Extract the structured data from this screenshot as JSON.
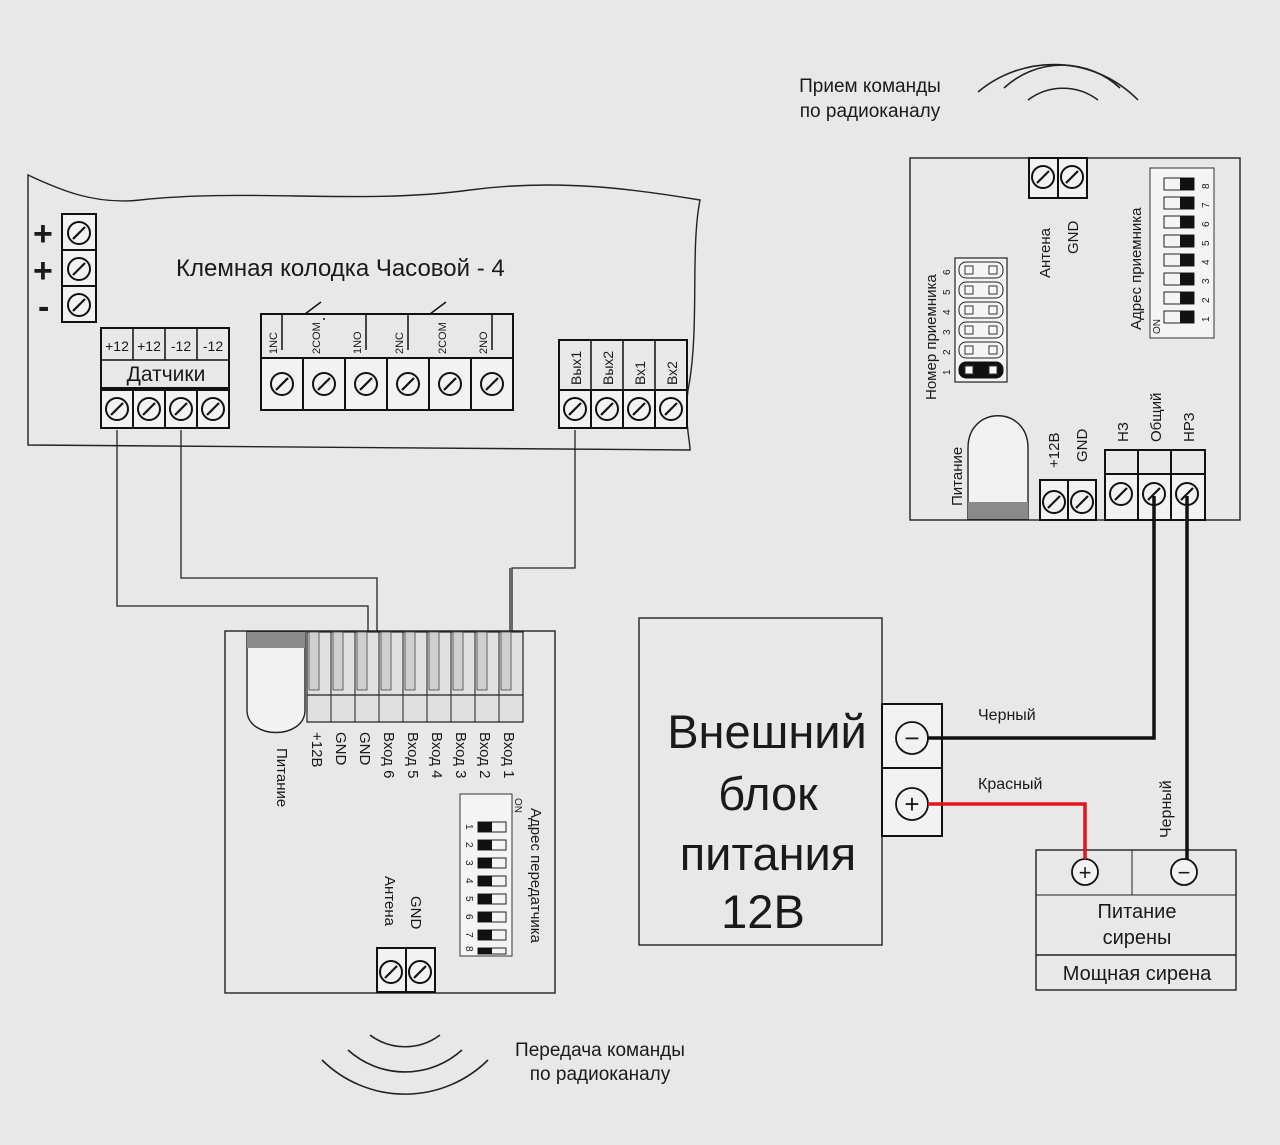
{
  "board": {
    "title": "Клемная колодка Часовой - 4",
    "power_terms": [
      "+",
      "+",
      "-"
    ],
    "sensors_label": "Датчики",
    "sensor_terms": [
      "+12",
      "+12",
      "-12",
      "-12"
    ],
    "relay_terms": [
      "1NC",
      "2COM",
      "1NO",
      "2NC",
      "2COM",
      "2NO"
    ],
    "io_terms": [
      "Вых1",
      "Вых2",
      "Вх1",
      "Вх2"
    ]
  },
  "transmitter": {
    "power_label": "Питание",
    "pins": [
      "+12В",
      "GND",
      "GND",
      "Вход 6",
      "Вход 5",
      "Вход 4",
      "Вход 3",
      "Вход 2",
      "Вход 1"
    ],
    "dip_label": "Адрес передатчика",
    "dip_on": "ON",
    "dip_numbers": [
      "1",
      "2",
      "3",
      "4",
      "5",
      "6",
      "7",
      "8"
    ],
    "antenna_label": "Антена",
    "gnd_label": "GND",
    "caption_line1": "Передача команды",
    "caption_line2": "по радиоканалу"
  },
  "receiver": {
    "caption_line1": "Прием команды",
    "caption_line2": "по радиоканалу",
    "antenna_label": "Антена",
    "gnd_label": "GND",
    "dip_label": "Адрес приемника",
    "dip_on": "ON",
    "dip_numbers": [
      "1",
      "2",
      "3",
      "4",
      "5",
      "6",
      "7",
      "8"
    ],
    "jumper_label": "Номер приемника",
    "jumper_numbers": [
      "1",
      "2",
      "3",
      "4",
      "5",
      "6"
    ],
    "power_label": "Питание",
    "power_terms": [
      "+12В",
      "GND"
    ],
    "relay_terms": [
      "НЗ",
      "Общий",
      "НРЗ"
    ]
  },
  "psu": {
    "line1": "Внешний",
    "line2": "блок",
    "line3": "питания",
    "line4": "12В",
    "minus_symbol": "−",
    "plus_symbol": "+"
  },
  "wires": {
    "black_top": "Черный",
    "red": "Красный",
    "black_right": "Черный"
  },
  "siren": {
    "plus_symbol": "+",
    "minus_symbol": "−",
    "power_line1": "Питание",
    "power_line2": "сирены",
    "name": "Мощная сирена"
  }
}
